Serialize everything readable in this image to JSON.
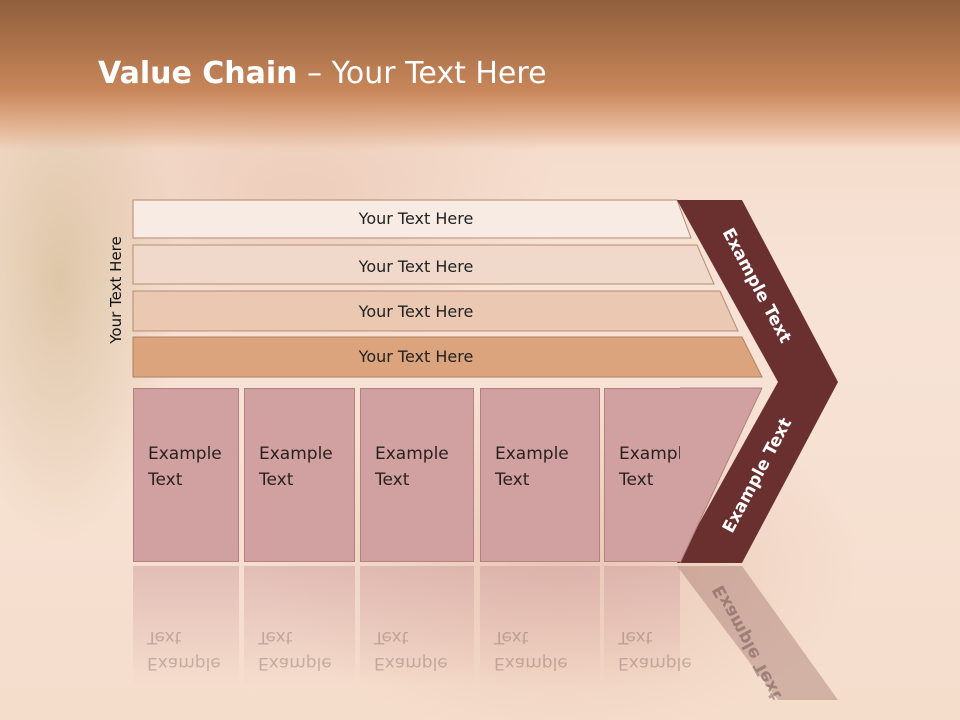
{
  "slide": {
    "title_bold": "Value Chain",
    "title_rest": " – Your Text Here",
    "side_label": "Your Text Here"
  },
  "bars": [
    {
      "label": "Your Text Here",
      "color": "#f7ebe4"
    },
    {
      "label": "Your Text Here",
      "color": "#f0d9cb"
    },
    {
      "label": "Your Text Here",
      "color": "#eac8b2"
    },
    {
      "label": "Your Text Here",
      "color": "#dca47c"
    }
  ],
  "boxes": [
    {
      "label": "Example\nText"
    },
    {
      "label": "Example\nText"
    },
    {
      "label": "Example\nText"
    },
    {
      "label": "Example\nText"
    },
    {
      "label": "Example\nText"
    }
  ],
  "chevron": {
    "upper_label": "Example Text",
    "lower_label": "Example Text",
    "color": "#6a2f2f",
    "reflection_label": "Example Text"
  }
}
